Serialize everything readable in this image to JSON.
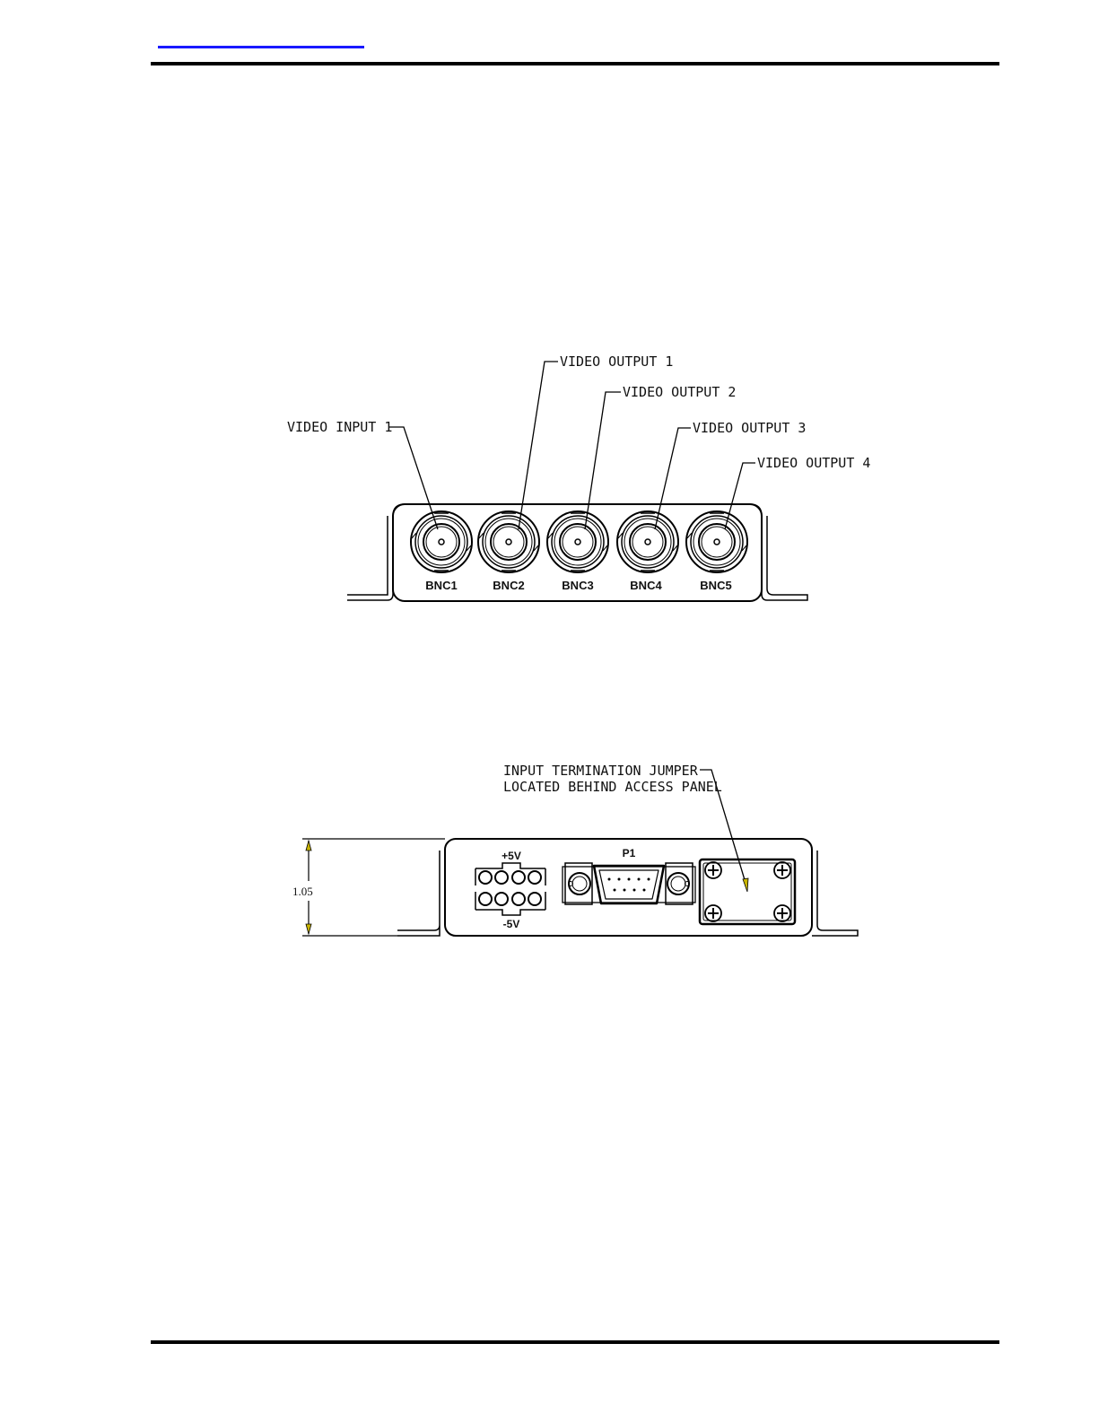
{
  "front_view": {
    "callouts": [
      {
        "label": "VIDEO INPUT 1"
      },
      {
        "label": "VIDEO OUTPUT 1"
      },
      {
        "label": "VIDEO OUTPUT 2"
      },
      {
        "label": "VIDEO OUTPUT 3"
      },
      {
        "label": "VIDEO OUTPUT 4"
      }
    ],
    "connectors": [
      "BNC1",
      "BNC2",
      "BNC3",
      "BNC4",
      "BNC5"
    ]
  },
  "rear_view": {
    "callout_line1": "INPUT TERMINATION JUMPER",
    "callout_line2": "LOCATED BEHIND ACCESS PANEL",
    "power_top_label": "+5V",
    "power_bottom_label": "-5V",
    "serial_label": "P1",
    "dimension_label": "1.05"
  },
  "colors": {
    "link": "#1a1aff",
    "arrow": "#c8b400"
  }
}
